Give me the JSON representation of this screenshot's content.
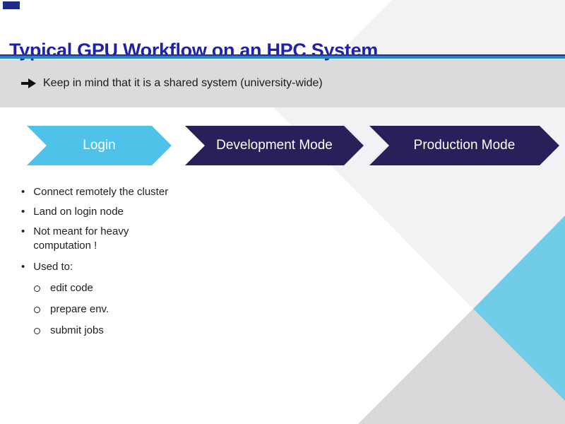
{
  "slide": {
    "title": "Typical GPU Workflow on an HPC System",
    "note": {
      "text": "Keep in mind that it is a shared system (university-wide)"
    },
    "workflow": {
      "steps": [
        {
          "label": "Login",
          "color": "#4FC2E9"
        },
        {
          "label": "Development Mode",
          "color": "#2A2059"
        },
        {
          "label": "Production Mode",
          "color": "#2A2059"
        }
      ]
    },
    "login_details": {
      "bullets": [
        "Connect remotely the cluster",
        "Land on login node",
        "Not meant for heavy computation !",
        "Used to:"
      ],
      "sub_bullets": [
        "edit code",
        "prepare env.",
        "submit jobs"
      ]
    },
    "colors": {
      "title_text": "#2121A8",
      "rule_navy": "#2A3090",
      "rule_blue": "#1E88C5",
      "band_bg": "#DBDBDC",
      "note_text": "#1A1A1A",
      "corner_chip": "#1F2C86",
      "facet_light": "#F2F2F4",
      "facet_cyan": "#70CDE9",
      "facet_gray": "#D9D9DB"
    }
  }
}
